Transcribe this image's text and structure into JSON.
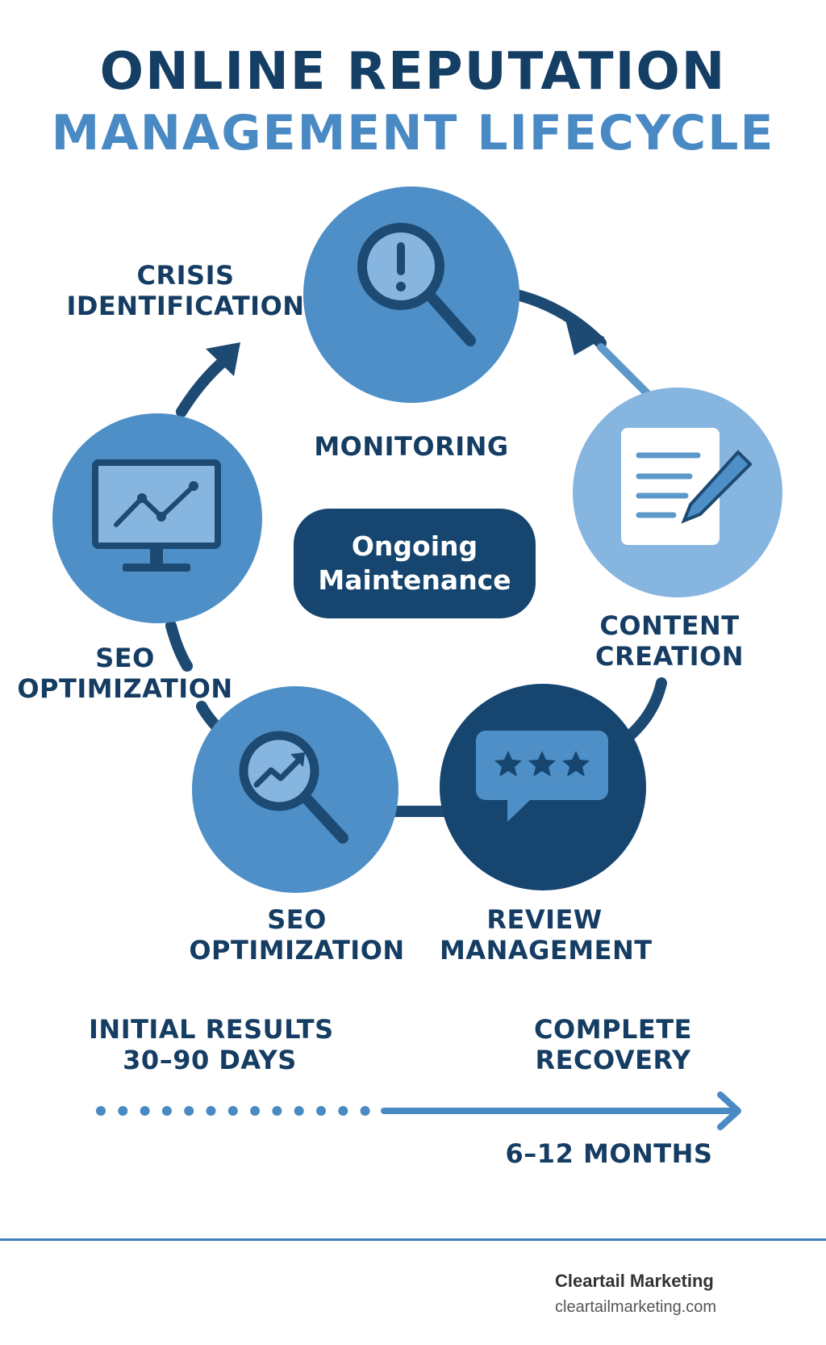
{
  "title": {
    "line1": "ONLINE REPUTATION",
    "line2": "MANAGEMENT LIFECYCLE"
  },
  "colors": {
    "dark": "#16466f",
    "mid": "#4d8fc6",
    "light": "#86b6e0",
    "text": "#153d63",
    "accent": "#4a8ac4"
  },
  "center": {
    "line1": "Ongoing",
    "line2": "Maintenance"
  },
  "stages": {
    "crisis": {
      "line1": "CRISIS",
      "line2": "IDENTIFICATION"
    },
    "monitoring": {
      "line1": "MONITORING"
    },
    "content": {
      "line1": "CONTENT",
      "line2": "CREATION"
    },
    "seo_left": {
      "line1": "SEO",
      "line2": "OPTIMIZATION"
    },
    "seo_bottom": {
      "line1": "SEO",
      "line2": "OPTIMIZATION"
    },
    "review": {
      "line1": "REVIEW",
      "line2": "MANAGEMENT"
    }
  },
  "icons": {
    "monitoring": "magnifier-exclamation-icon",
    "content": "document-pencil-icon",
    "review": "star-review-bubble-icon",
    "seo_bottom": "magnifier-trend-icon",
    "seo_left": "monitor-chart-icon"
  },
  "timeline": {
    "initial": {
      "line1": "INITIAL RESULTS",
      "line2": "30–90 DAYS"
    },
    "complete": {
      "line1": "COMPLETE",
      "line2": "RECOVERY"
    },
    "duration": "6–12 MONTHS"
  },
  "footer": {
    "brand": "Cleartail Marketing",
    "url": "cleartailmarketing.com"
  }
}
